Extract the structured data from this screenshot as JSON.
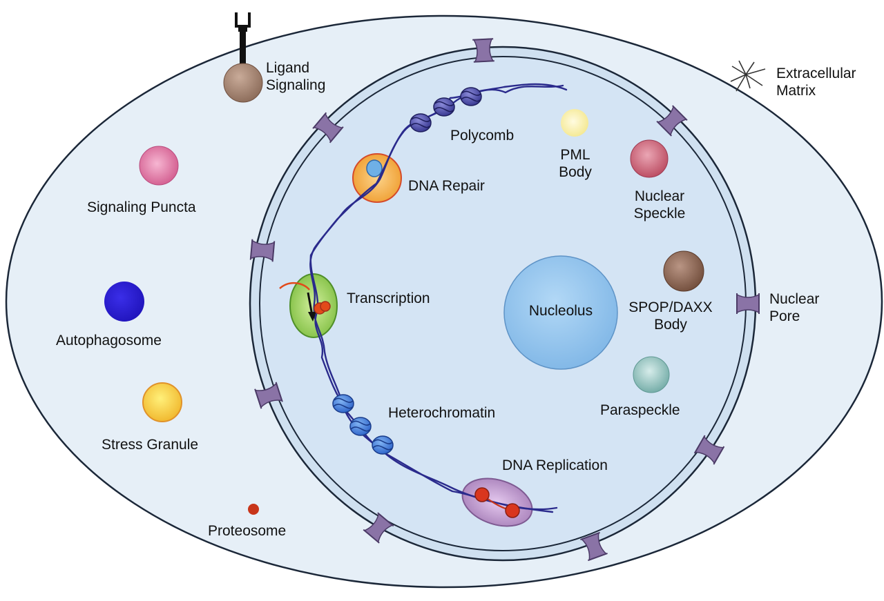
{
  "diagram": {
    "colors": {
      "cytoplasm": "#e6eff7",
      "nuclear_envelope": "#cfe0f0",
      "nucleoplasm": "#d4e4f4",
      "outline": "#1b2738",
      "nucleolus": "#8fc2ec",
      "dna": "#2a2a8c",
      "nuclear_pore": "#8a73a6"
    },
    "labels": {
      "ligand_signaling": [
        "Ligand",
        "Signaling"
      ],
      "extracellular_matrix": [
        "Extracellular",
        "Matrix"
      ],
      "signaling_puncta": "Signaling Puncta",
      "autophagosome": "Autophagosome",
      "stress_granule": "Stress Granule",
      "proteosome": "Proteosome",
      "polycomb": "Polycomb",
      "pml_body": [
        "PML",
        "Body"
      ],
      "dna_repair": "DNA Repair",
      "nuclear_speckle": [
        "Nuclear",
        "Speckle"
      ],
      "transcription": "Transcription",
      "nucleolus": "Nucleolus",
      "spop_daxx_body": [
        "SPOP/DAXX",
        "Body"
      ],
      "nuclear_pore": [
        "Nuclear",
        "Pore"
      ],
      "heterochromatin": "Heterochromatin",
      "paraspeckle": "Paraspeckle",
      "dna_replication": "DNA Replication"
    },
    "organelle_colors": {
      "ligand_signaling": "#9a7b6a",
      "signaling_puncta": "#d9669a",
      "autophagosome": "#2a1fd0",
      "stress_granule": "#f3c93a",
      "proteosome": "#c8351a",
      "pml_body": "#f6ee9c",
      "dna_repair": "#f3a33a",
      "nuclear_speckle": "#c85870",
      "spop_daxx_body": "#8b6450",
      "paraspeckle": "#8fc4c0",
      "transcription": "#8cc851",
      "dna_replication": "#b48cc0"
    }
  }
}
